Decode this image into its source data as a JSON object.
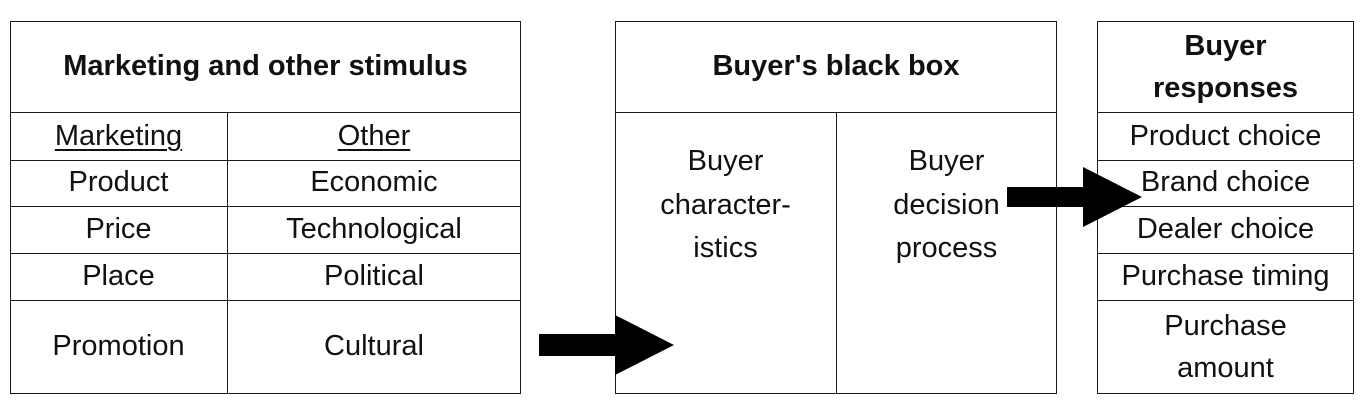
{
  "stimulus": {
    "header": "Marketing and other stimulus",
    "marketing_header": "Marketing",
    "other_header": "Other",
    "marketing": [
      "Product",
      "Price",
      "Place",
      "Promotion"
    ],
    "other": [
      "Economic",
      "Technological",
      "Political",
      "Cultural"
    ]
  },
  "black_box": {
    "header": "Buyer's black box",
    "characteristics": "Buyer\ncharacter-\nistics",
    "decision_process": "Buyer\ndecision\nprocess"
  },
  "responses": {
    "header": "Buyer\nresponses",
    "items": [
      "Product choice",
      "Brand choice",
      "Dealer choice",
      "Purchase timing",
      "Purchase\namount"
    ]
  },
  "colors": {
    "line": "#1a1a1a",
    "arrow": "#000000"
  }
}
